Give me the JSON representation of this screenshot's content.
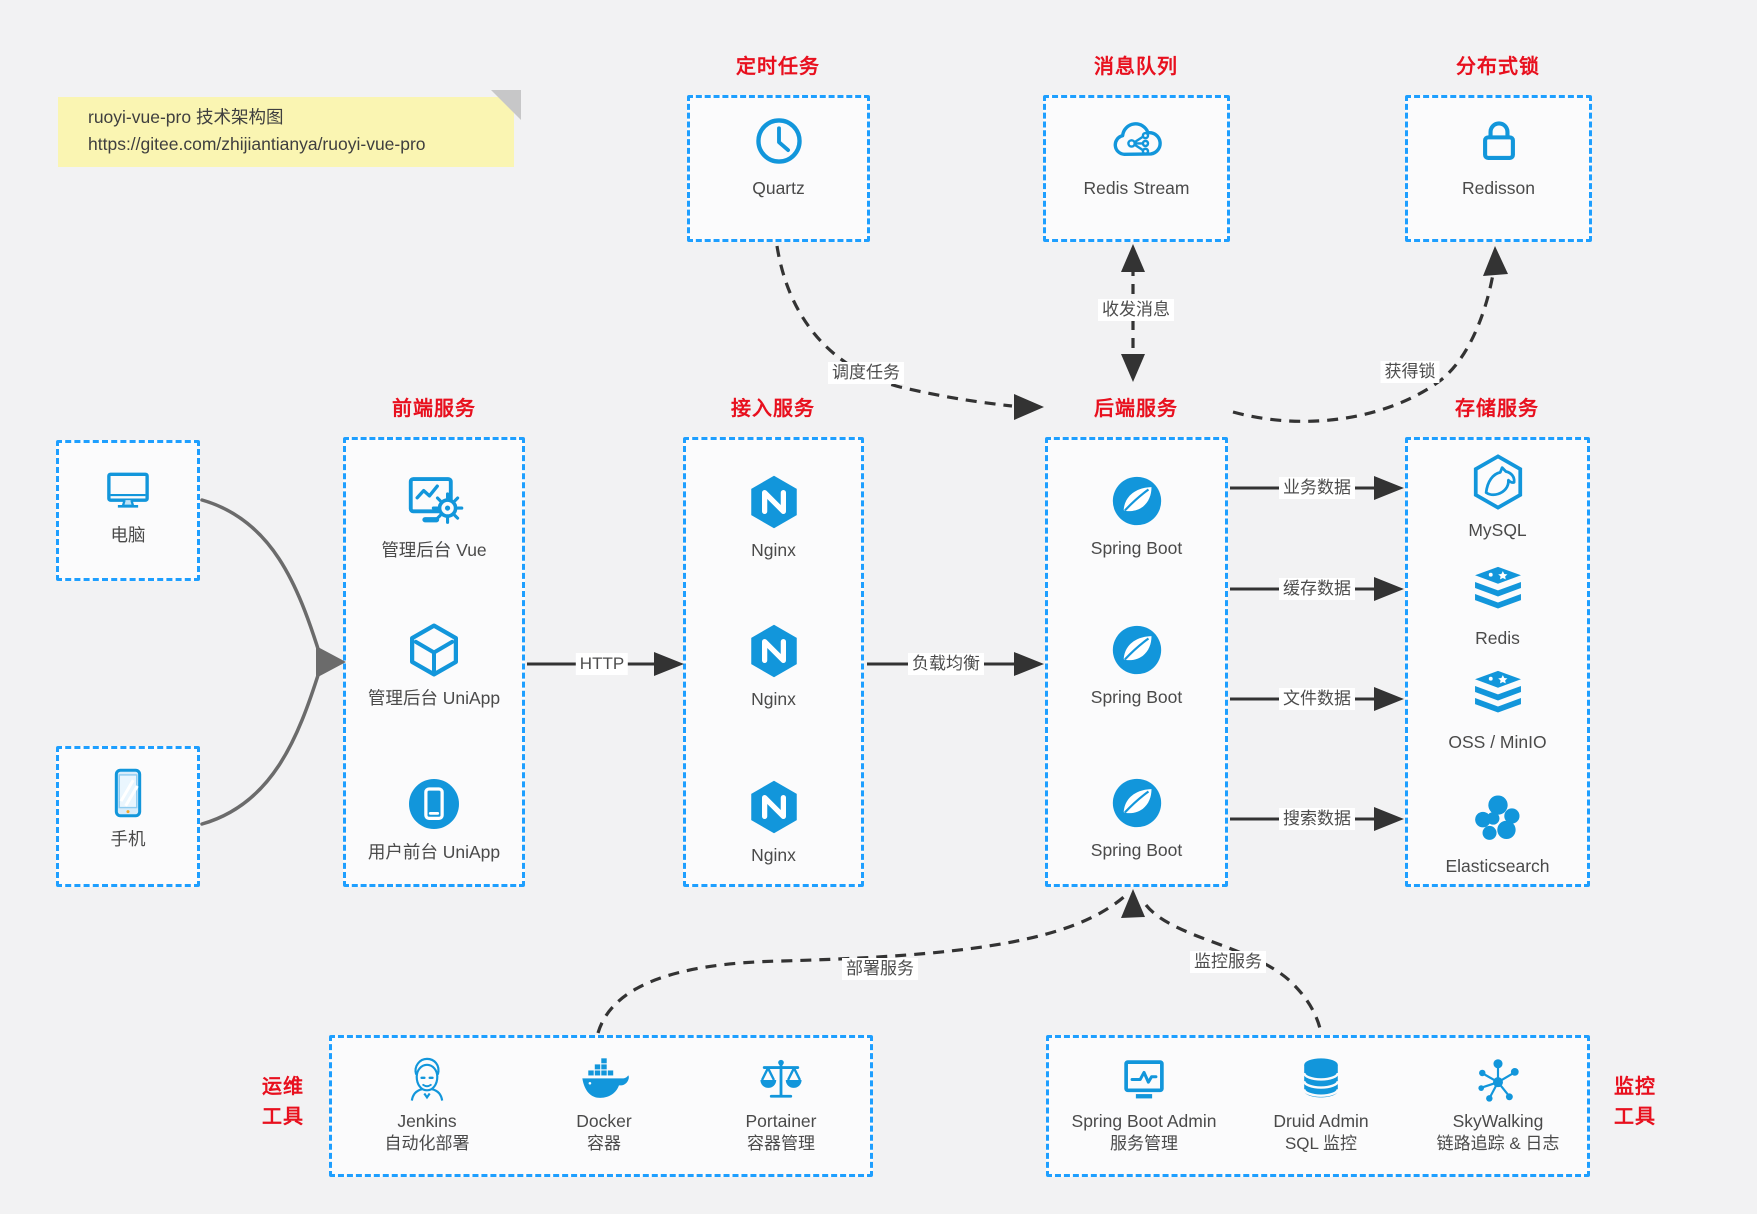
{
  "colors": {
    "background": "#f2f2f3",
    "box_fill": "#fbfbfc",
    "border_blue": "#1e9fff",
    "icon_blue": "#1296db",
    "title_red": "#e8101e",
    "arrow_dark": "#333333",
    "arrow_gray": "#6b6b6b",
    "note_yellow": "#faf5b2"
  },
  "note": {
    "line1": "ruoyi-vue-pro 技术架构图",
    "line2": "https://gitee.com/zhijiantianya/ruoyi-vue-pro"
  },
  "groups": {
    "scheduler": {
      "title": "定时任务",
      "items": [
        {
          "label": "Quartz",
          "icon": "clock-icon"
        }
      ]
    },
    "mq": {
      "title": "消息队列",
      "items": [
        {
          "label": "Redis Stream",
          "icon": "cloud-share-icon"
        }
      ]
    },
    "lock": {
      "title": "分布式锁",
      "items": [
        {
          "label": "Redisson",
          "icon": "lock-icon"
        }
      ]
    },
    "devices": {
      "items": [
        {
          "label": "电脑",
          "icon": "desktop-icon"
        },
        {
          "label": "手机",
          "icon": "phone-icon"
        }
      ]
    },
    "frontend": {
      "title": "前端服务",
      "items": [
        {
          "label": "管理后台 Vue",
          "icon": "admin-vue-icon"
        },
        {
          "label": "管理后台 UniApp",
          "icon": "cube-icon"
        },
        {
          "label": "用户前台 UniApp",
          "icon": "mobile-app-icon"
        }
      ]
    },
    "gateway": {
      "title": "接入服务",
      "items": [
        {
          "label": "Nginx",
          "icon": "nginx-icon"
        },
        {
          "label": "Nginx",
          "icon": "nginx-icon"
        },
        {
          "label": "Nginx",
          "icon": "nginx-icon"
        }
      ]
    },
    "backend": {
      "title": "后端服务",
      "items": [
        {
          "label": "Spring Boot",
          "icon": "spring-icon"
        },
        {
          "label": "Spring Boot",
          "icon": "spring-icon"
        },
        {
          "label": "Spring Boot",
          "icon": "spring-icon"
        }
      ]
    },
    "storage": {
      "title": "存储服务",
      "items": [
        {
          "label": "MySQL",
          "icon": "mysql-icon"
        },
        {
          "label": "Redis",
          "icon": "redis-icon"
        },
        {
          "label": "OSS / MinIO",
          "icon": "minio-icon"
        },
        {
          "label": "Elasticsearch",
          "icon": "elasticsearch-icon"
        }
      ]
    },
    "ops": {
      "title_line1": "运维",
      "title_line2": "工具",
      "items": [
        {
          "name": "Jenkins",
          "desc": "自动化部署",
          "icon": "jenkins-icon"
        },
        {
          "name": "Docker",
          "desc": "容器",
          "icon": "docker-icon"
        },
        {
          "name": "Portainer",
          "desc": "容器管理",
          "icon": "portainer-icon"
        }
      ]
    },
    "monitor": {
      "title_line1": "监控",
      "title_line2": "工具",
      "items": [
        {
          "name": "Spring Boot Admin",
          "desc": "服务管理",
          "icon": "monitor-chart-icon"
        },
        {
          "name": "Druid Admin",
          "desc": "SQL 监控",
          "icon": "database-icon"
        },
        {
          "name": "SkyWalking",
          "desc": "链路追踪 & 日志",
          "icon": "topology-icon"
        }
      ]
    }
  },
  "edges": {
    "http": {
      "label": "HTTP"
    },
    "load_balance": {
      "label": "负载均衡"
    },
    "schedule_job": {
      "label": "调度任务"
    },
    "send_receive": {
      "label": "收发消息"
    },
    "acquire_lock": {
      "label": "获得锁"
    },
    "business_data": {
      "label": "业务数据"
    },
    "cache_data": {
      "label": "缓存数据"
    },
    "file_data": {
      "label": "文件数据"
    },
    "search_data": {
      "label": "搜索数据"
    },
    "deploy": {
      "label": "部署服务"
    },
    "monitoring": {
      "label": "监控服务"
    }
  }
}
